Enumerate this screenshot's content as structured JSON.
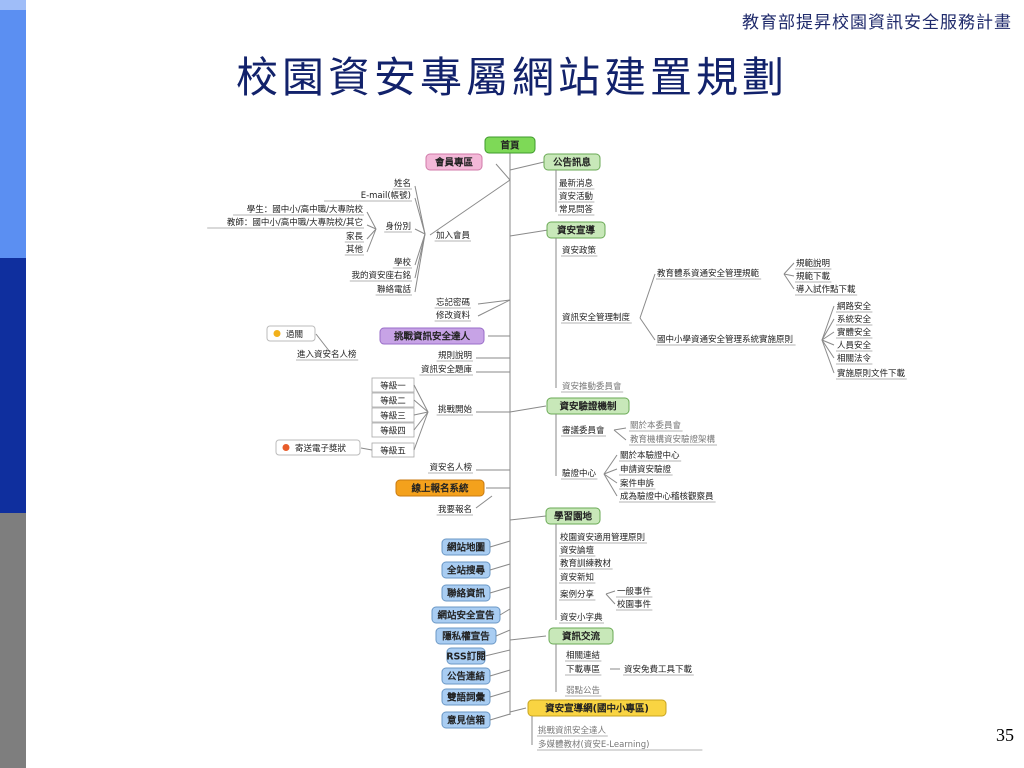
{
  "header": {
    "org": "教育部提昇校園資訊安全服務計畫",
    "title": "校園資安專屬網站建置規劃",
    "page_number": "35"
  },
  "colors": {
    "sidebar": [
      "#5b8ff2",
      "#9fbdf8",
      "#0f2f9e",
      "#7e7e7e"
    ],
    "green_box": "#c8e8b9",
    "green_border": "#6aaa55",
    "pink_box": "#f3b8d8",
    "purple_box": "#c7a3e6",
    "orange_box": "#f4a11c",
    "blue_box": "#a9cdf2",
    "yellow_box": "#f9d442"
  },
  "icons": {
    "gift": "gift-icon",
    "email": "email-icon"
  },
  "mindmap": {
    "root": "首頁",
    "member": {
      "title": "會員專區",
      "join": "加入會員",
      "join_items": [
        "姓名",
        "E-mail(帳號)",
        "身份別",
        "學校",
        "我的資安座右銘",
        "聯絡電話"
      ],
      "identity": [
        "學生：國中小/高中職/大專院校",
        "教師：國中小/高中職/大專院校/其它",
        "家長",
        "其他"
      ],
      "extra": [
        "忘記密碼",
        "修改資料"
      ]
    },
    "challenge": {
      "title": "挑戰資訊安全達人",
      "items": [
        "規則說明",
        "資訊安全題庫",
        "挑戰開始",
        "資安名人榜"
      ],
      "levels": [
        "等級一",
        "等級二",
        "等級三",
        "等級四",
        "等級五"
      ],
      "pass": "過關",
      "hall": "進入資安名人榜",
      "ecard": "寄送電子獎狀"
    },
    "signup": {
      "title": "線上報名系統",
      "item": "我要報名"
    },
    "blue_boxes": [
      "網站地圖",
      "全站搜尋",
      "聯絡資訊",
      "網站安全宣告",
      "隱私權宣告",
      "RSS訂閱",
      "公告連結",
      "雙語詞彙",
      "意見信箱"
    ],
    "notice": {
      "title": "公告訊息",
      "items": [
        "最新消息",
        "資安活動",
        "常見問答"
      ]
    },
    "promo": {
      "title": "資安宣導",
      "policy": "資安政策",
      "mgmt": "資訊安全管理制度",
      "edu_mgmt": "教育體系資通安全管理規範",
      "edu_items": [
        "規範說明",
        "規範下載",
        "導入試作點下載"
      ],
      "school_mgmt": "國中小學資通安全管理系統實施原則",
      "school_items": [
        "網路安全",
        "系統安全",
        "實體安全",
        "人員安全",
        "相關法令",
        "實施原則文件下載"
      ],
      "committee": "資安推動委員會"
    },
    "cert": {
      "title": "資安驗證機制",
      "review": "審議委員會",
      "review_items": [
        "關於本委員會",
        "教育機構資安驗證架構"
      ],
      "center": "驗證中心",
      "center_items": [
        "關於本驗證中心",
        "申請資安驗證",
        "案件申訴",
        "成為驗證中心稽核觀察員"
      ]
    },
    "learn": {
      "title": "學習園地",
      "items": [
        "校園資安適用管理原則",
        "資安論壇",
        "教育訓練教材",
        "資安新知",
        "案例分享",
        "資安小字典"
      ],
      "cases": [
        "一般事件",
        "校園事件"
      ]
    },
    "exchange": {
      "title": "資訊交流",
      "items": [
        "相關連結",
        "下載專區",
        "弱點公告"
      ],
      "download_sub": "資安免費工具下載"
    },
    "kids": {
      "title": "資安宣導網(國中小專區)",
      "items": [
        "挑戰資訊安全達人",
        "多媒體教材(資安E-Learning)"
      ]
    }
  }
}
